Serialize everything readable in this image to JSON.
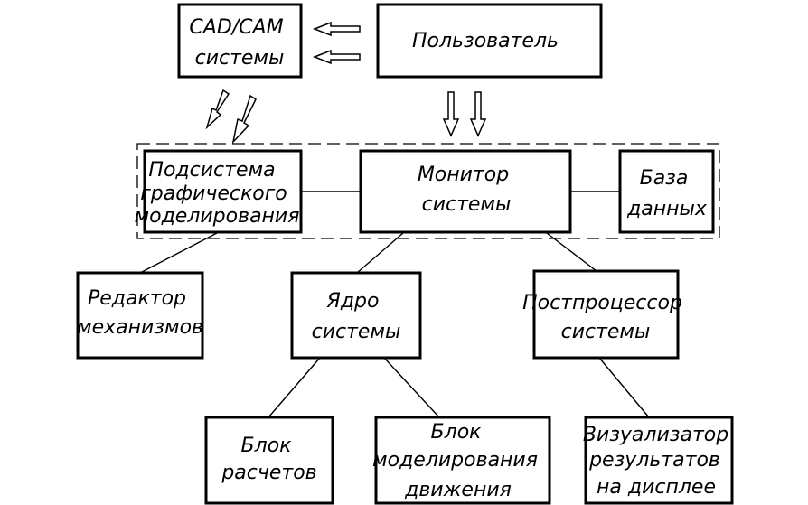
{
  "diagram": {
    "nodes": {
      "cad_cam": [
        "CAD/CAM",
        "системы"
      ],
      "user": [
        "Пользователь"
      ],
      "graphics": [
        "Подсистема",
        "графического",
        "моделирования"
      ],
      "monitor": [
        "Монитор",
        "системы"
      ],
      "database": [
        "База",
        "данных"
      ],
      "mech_editor": [
        "Редактор",
        "механизмов"
      ],
      "kernel": [
        "Ядро",
        "системы"
      ],
      "postprocessor": [
        "Постпроцессор",
        "системы"
      ],
      "calc_block": [
        "Блок",
        "расчетов"
      ],
      "motion_block": [
        "Блок",
        "моделирования",
        "движения"
      ],
      "visualizer": [
        "Визуализатор",
        "результатов",
        "на дисплее"
      ]
    }
  }
}
